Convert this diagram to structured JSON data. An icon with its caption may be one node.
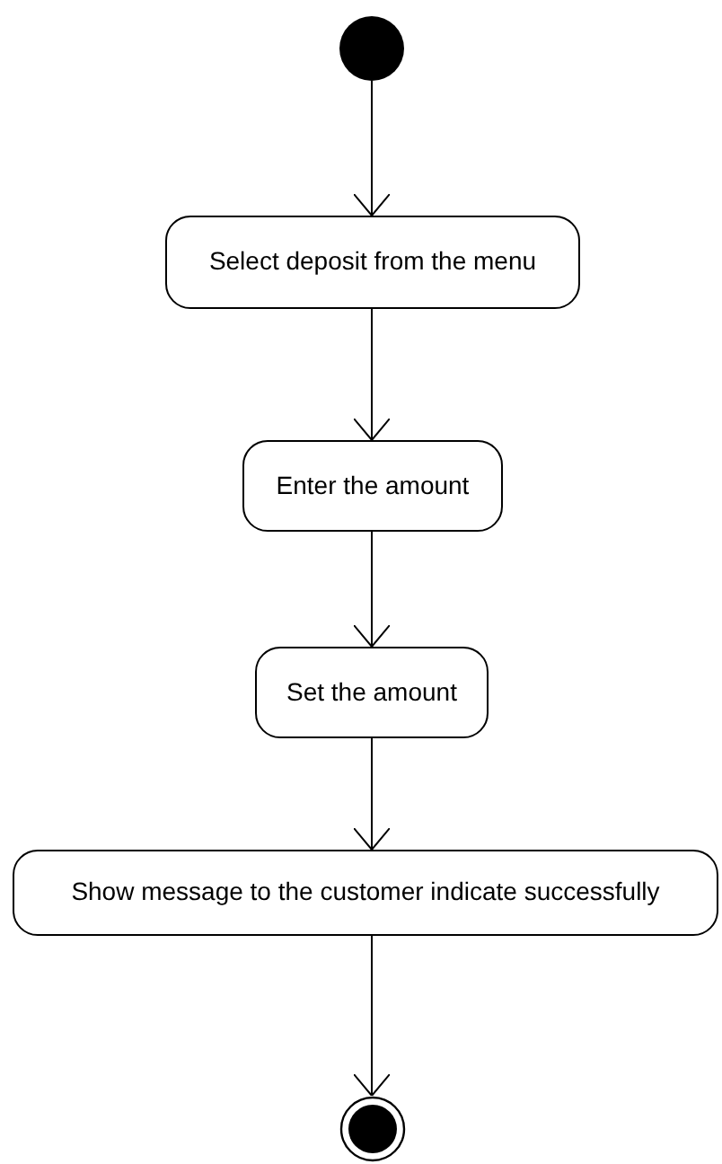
{
  "diagram": {
    "nodes": [
      {
        "text": [],
        "shape": "circle"
      },
      {
        "text": [
          "Select deposit from the menu"
        ]
      },
      {
        "text": [
          "Enter the amount"
        ]
      },
      {
        "text": [
          "Set the amount"
        ]
      },
      {
        "text": [
          "Show message to the customer indicate successfully"
        ]
      },
      {
        "text": [],
        "shape": "bullseye"
      }
    ],
    "edges": [
      {
        "from": 0,
        "to": 1,
        "arrow": "to"
      },
      {
        "from": 1,
        "to": 2,
        "arrow": "to"
      },
      {
        "from": 2,
        "to": 3,
        "arrow": "to"
      },
      {
        "from": 3,
        "to": 4,
        "arrow": "to"
      },
      {
        "from": 4,
        "to": 5,
        "arrow": "to"
      }
    ]
  }
}
